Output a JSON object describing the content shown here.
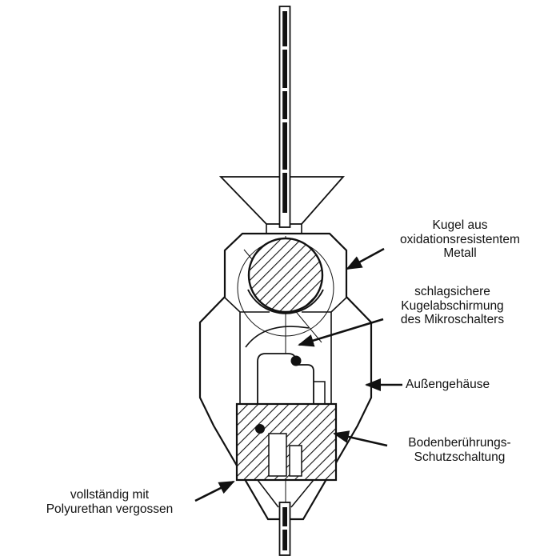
{
  "colors": {
    "line": "#111111",
    "background": "#ffffff"
  },
  "labels": {
    "kugel": "Kugel aus\noxidationsresistentem\nMetall",
    "abschirmung": "schlagsichere\nKugelabschirmung\ndes Mikroschalters",
    "aussengehaeuse": "Außengehäuse",
    "boden": "Bodenberührungs-\nSchutzschaltung",
    "polyurethan": "vollständig mit\nPolyurethan vergossen"
  }
}
